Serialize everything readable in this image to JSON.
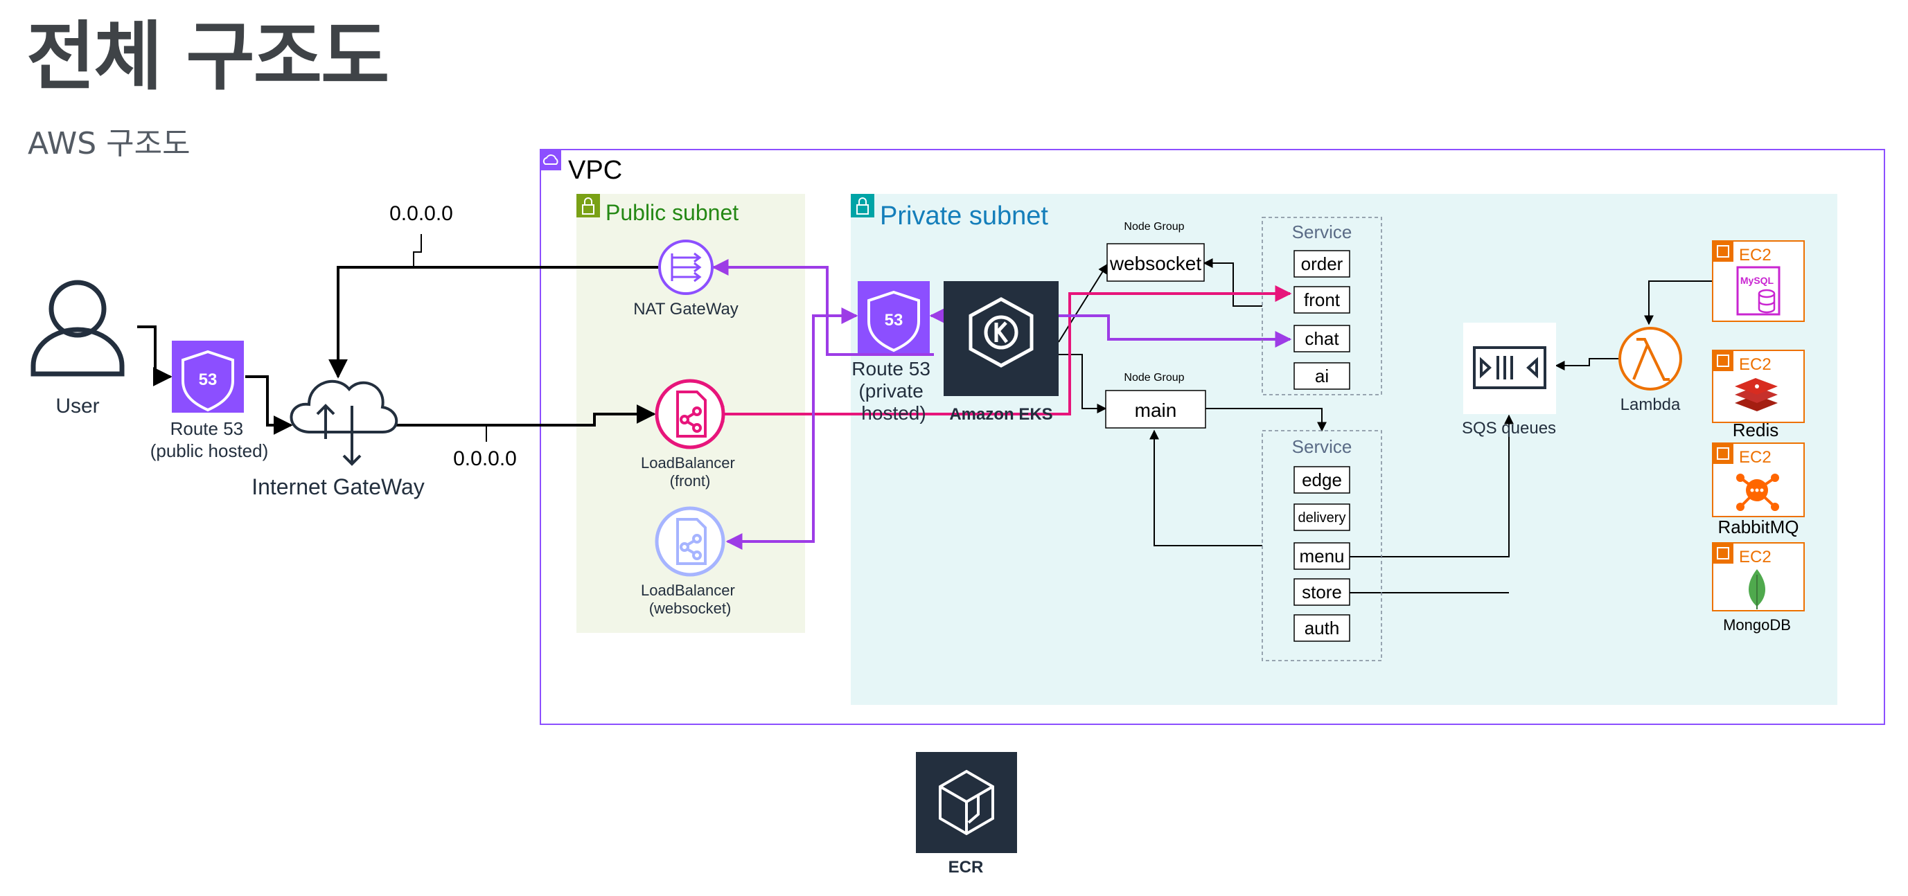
{
  "header": {
    "title": "전체 구조도",
    "subtitle": "AWS 구조도"
  },
  "colors": {
    "vpc": "#8c4fff",
    "public_subnet_bg": "#f2f6e8",
    "public_subnet": "#7aa116",
    "private_subnet_bg": "#e6f6f7",
    "private_subnet": "#147eba",
    "route53": "#8c4fff",
    "eks": "#232f3e",
    "loadbalancer": "#e7157b",
    "loadbalancer_ws": "#a6b4ff",
    "ec2": "#ed7100",
    "lambda": "#ed7100",
    "link_magenta": "#e7157b",
    "link_purple": "#9d3ce6"
  },
  "nodes": {
    "user": "User",
    "route53_public": [
      "Route 53",
      "(public hosted)"
    ],
    "internet_gateway": "Internet GateWay",
    "ip_top": "0.0.0.0",
    "ip_bottom": "0.0.0.0",
    "vpc": "VPC",
    "public_subnet": "Public subnet",
    "nat_gateway": "NAT GateWay",
    "lb_front": [
      "LoadBalancer",
      "(front)"
    ],
    "lb_websocket": [
      "LoadBalancer",
      "(websocket)"
    ],
    "private_subnet": "Private subnet",
    "route53_private": [
      "Route 53",
      "(private",
      "hosted)"
    ],
    "route53_badge": "53",
    "eks": "Amazon EKS",
    "node_group_1": "Node Group",
    "node_group_2": "Node Group",
    "websocket": "websocket",
    "main": "main",
    "service_top": {
      "title": "Service",
      "items": [
        "order",
        "front",
        "chat",
        "ai"
      ]
    },
    "service_bottom": {
      "title": "Service",
      "items": [
        "edge",
        "delivery",
        "menu",
        "store",
        "auth"
      ]
    },
    "sqs": "SQS queues",
    "lambda": "Lambda",
    "ec2_label": "EC2",
    "mysql_badge": "MySQL",
    "redis": "Redis",
    "rabbitmq": "RabbitMQ",
    "mongodb": "MongoDB",
    "ecr": "ECR"
  }
}
